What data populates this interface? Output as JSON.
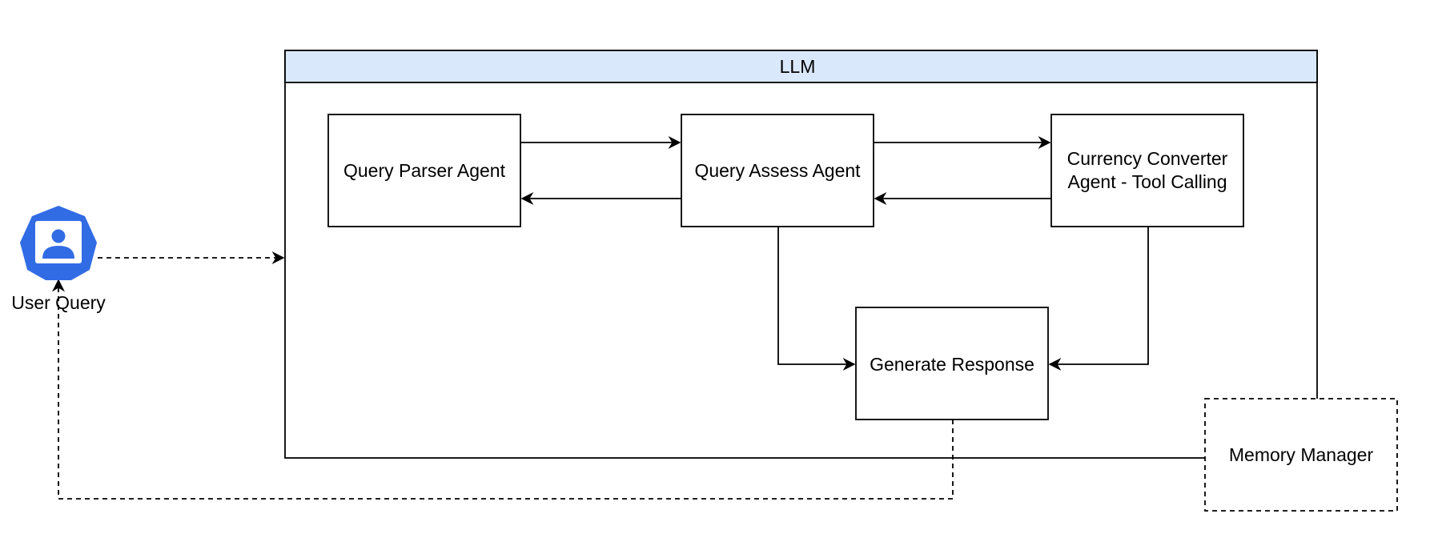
{
  "container": {
    "title": "LLM",
    "header_color": "#dae8fc"
  },
  "user_query": {
    "label": "User Query",
    "icon": "user-icon",
    "icon_color": "#326ce5"
  },
  "nodes": {
    "query_parser": [
      "Query Parser Agent"
    ],
    "query_assess": [
      "Query Assess Agent"
    ],
    "currency_converter": [
      "Currency Converter",
      "Agent - Tool Calling"
    ],
    "generate_response": [
      "Generate Response"
    ],
    "memory_manager": [
      "Memory Manager"
    ]
  }
}
